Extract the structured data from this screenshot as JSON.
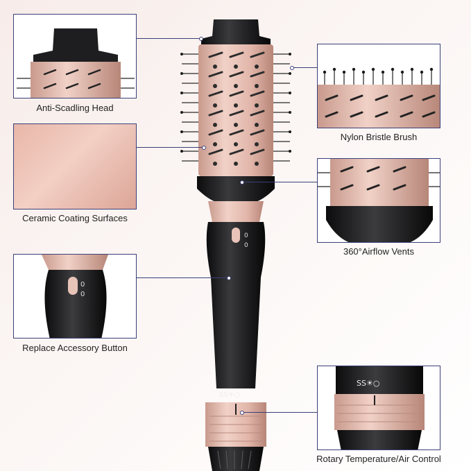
{
  "features": {
    "anti_scalding_head": "Anti-Scadling Head",
    "ceramic_coating": "Ceramic Coating Surfaces",
    "replace_button": "Replace Accessory Button",
    "nylon_bristle": "Nylon Bristle Brush",
    "airflow_vents": "360°Airflow Vents",
    "rotary_control": "Rotary Temperature/Air Control"
  },
  "colors": {
    "rose_gold": "#e2b9ad",
    "black_body": "#1c1c1e",
    "frame_border": "#3a3f78"
  }
}
